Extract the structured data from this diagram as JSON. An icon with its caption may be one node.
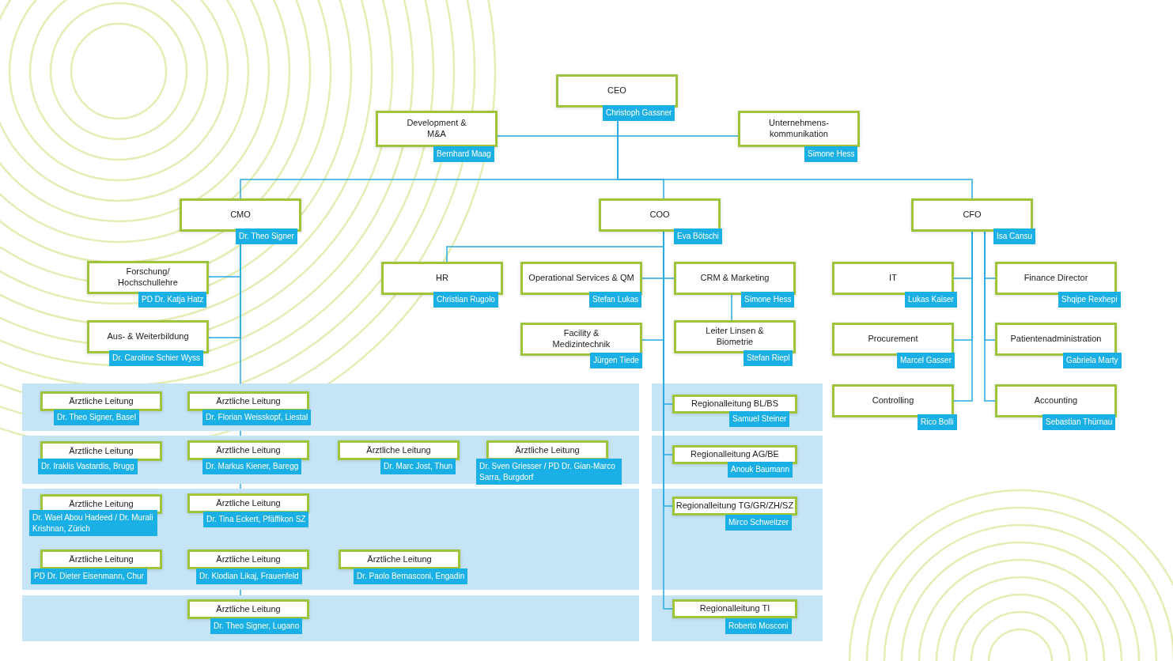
{
  "diagram": {
    "nodes": [
      {
        "text": [
          "CEO",
          "Christoph Gassner"
        ]
      },
      {
        "text": [
          "Development & M&A",
          "Bernhard Maag"
        ]
      },
      {
        "text": [
          "Unternehmens- kommunikation",
          "Simone Hess"
        ]
      },
      {
        "text": [
          "CMO",
          "Dr. Theo Signer"
        ]
      },
      {
        "text": [
          "COO",
          "Eva Bötschi"
        ]
      },
      {
        "text": [
          "CFO",
          "Isa Cansu"
        ]
      },
      {
        "text": [
          "Forschung/ Hochschullehre",
          "PD Dr. Katja Hatz"
        ]
      },
      {
        "text": [
          "HR",
          "Christian Rugolo"
        ]
      },
      {
        "text": [
          "Operational Services & QM",
          "Stefan Lukas"
        ]
      },
      {
        "text": [
          "CRM & Marketing",
          "Simone Hess"
        ]
      },
      {
        "text": [
          "IT",
          "Lukas Kaiser"
        ]
      },
      {
        "text": [
          "Finance Director",
          "Shqipe Rexhepi"
        ]
      },
      {
        "text": [
          "Aus- & Weiterbildung",
          "Dr. Caroline Schier Wyss"
        ]
      },
      {
        "text": [
          "Facility & Medizintechnik",
          "Jürgen Tiede"
        ]
      },
      {
        "text": [
          "Leiter Linsen & Biometrie",
          "Stefan Riepl"
        ]
      },
      {
        "text": [
          "Procurement",
          "Marcel Gasser"
        ]
      },
      {
        "text": [
          "Patientenadministration",
          "Gabriela Marty"
        ]
      },
      {
        "text": [
          "Controlling",
          "Rico Bolli"
        ]
      },
      {
        "text": [
          "Accounting",
          "Sebastian Thürnau"
        ]
      },
      {
        "text": [],
        "shape": "band"
      },
      {
        "text": [],
        "shape": "band"
      },
      {
        "text": [],
        "shape": "band"
      },
      {
        "text": [],
        "shape": "band"
      },
      {
        "text": [],
        "shape": "band"
      },
      {
        "text": [],
        "shape": "band"
      },
      {
        "text": [],
        "shape": "band"
      },
      {
        "text": [],
        "shape": "band"
      },
      {
        "text": [
          "Ärztliche Leitung",
          "Dr. Theo Signer, Basel"
        ],
        "in": 19
      },
      {
        "text": [
          "Ärztliche Leitung",
          "Dr. Florian Weisskopf, Liestal"
        ],
        "in": 19
      },
      {
        "text": [
          "Regionalleitung BL/BS",
          "Samuel Steiner"
        ],
        "in": 20
      },
      {
        "text": [
          "Ärztliche Leitung",
          "Dr. Iraklis Vastardis, Brugg"
        ],
        "in": 21
      },
      {
        "text": [
          "Ärztliche Leitung",
          "Dr. Markus Kiener, Baregg"
        ],
        "in": 21
      },
      {
        "text": [
          "Ärztliche Leitung",
          "Dr. Marc Jost, Thun"
        ],
        "in": 21
      },
      {
        "text": [
          "Ärztliche Leitung",
          "Dr. Sven Griesser / PD Dr. Gian-Marco Sarra, Burgdorf"
        ],
        "in": 21
      },
      {
        "text": [
          "Regionalleitung AG/BE",
          "Anouk Baumann"
        ],
        "in": 22
      },
      {
        "text": [
          "Ärztliche Leitung",
          "Dr. Wael Abou Hadeed / Dr. Murali Krishnan, Zürich"
        ],
        "in": 23
      },
      {
        "text": [
          "Ärztliche Leitung",
          "Dr. Tina Eckert, Pfäffikon SZ"
        ],
        "in": 23
      },
      {
        "text": [
          "Regionalleitung TG/GR/ZH/SZ",
          "Mirco Schweitzer"
        ],
        "in": 24
      },
      {
        "text": [
          "Ärztliche Leitung",
          "PD Dr. Dieter Eisenmann, Chur"
        ],
        "in": 23
      },
      {
        "text": [
          "Ärztliche Leitung",
          "Dr. Klodian Likaj, Frauenfeld"
        ],
        "in": 23
      },
      {
        "text": [
          "Ärztliche Leitung",
          "Dr. Paolo Bernasconi, Engadin"
        ],
        "in": 23
      },
      {
        "text": [
          "Ärztliche Leitung",
          "Dr. Theo Signer, Lugano"
        ],
        "in": 25
      },
      {
        "text": [
          "Regionalleitung TI",
          "Roberto Mosconi"
        ],
        "in": 26
      }
    ],
    "edges": [
      {
        "from": 0,
        "to": 1,
        "arrow": "none"
      },
      {
        "from": 0,
        "to": 2,
        "arrow": "none"
      },
      {
        "from": 0,
        "to": 3,
        "arrow": "none"
      },
      {
        "from": 0,
        "to": 4,
        "arrow": "none"
      },
      {
        "from": 0,
        "to": 5,
        "arrow": "none"
      },
      {
        "from": 3,
        "to": 6,
        "arrow": "none"
      },
      {
        "from": 3,
        "to": 12,
        "arrow": "none"
      },
      {
        "from": 3,
        "to": 19,
        "arrow": "none"
      },
      {
        "from": 19,
        "to": 21,
        "arrow": "none"
      },
      {
        "from": 21,
        "to": 23,
        "arrow": "none"
      },
      {
        "from": 23,
        "to": 25,
        "arrow": "none"
      },
      {
        "from": 4,
        "to": 7,
        "arrow": "none"
      },
      {
        "from": 4,
        "to": 8,
        "arrow": "none"
      },
      {
        "from": 4,
        "to": 9,
        "arrow": "none"
      },
      {
        "from": 4,
        "to": 13,
        "arrow": "none"
      },
      {
        "from": 9,
        "to": 14,
        "arrow": "none"
      },
      {
        "from": 4,
        "to": 29,
        "arrow": "none"
      },
      {
        "from": 4,
        "to": 34,
        "arrow": "none"
      },
      {
        "from": 4,
        "to": 37,
        "arrow": "none"
      },
      {
        "from": 4,
        "to": 42,
        "arrow": "none"
      },
      {
        "from": 5,
        "to": 10,
        "arrow": "none"
      },
      {
        "from": 5,
        "to": 11,
        "arrow": "none"
      },
      {
        "from": 5,
        "to": 15,
        "arrow": "none"
      },
      {
        "from": 5,
        "to": 16,
        "arrow": "none"
      },
      {
        "from": 5,
        "to": 17,
        "arrow": "none"
      },
      {
        "from": 5,
        "to": 18,
        "arrow": "none"
      }
    ]
  }
}
